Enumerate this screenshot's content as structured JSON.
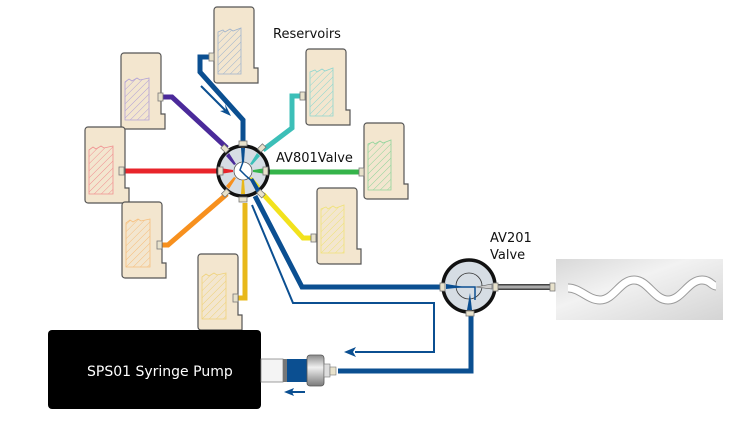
{
  "labels": {
    "reservoirs": "Reservoirs",
    "av801": "AV801Valve",
    "av201_line1": "AV201",
    "av201_line2": "Valve",
    "pump": "SPS01 Syringe Pump"
  },
  "colors": {
    "reservoir_fill": "#f3e6cf",
    "reservoir_stroke": "#555555",
    "tube_blue": "#0b4f91",
    "valve_face": "#d6dde4",
    "pump_body": "#000000",
    "coil_bg": "#e6e6e6"
  },
  "reservoirs": [
    {
      "name": "reservoir-blue",
      "color": "#0b4f91",
      "hatch": "#9fb3cc"
    },
    {
      "name": "reservoir-purple",
      "color": "#4b2a9a",
      "hatch": "#b2a2d6"
    },
    {
      "name": "reservoir-teal",
      "color": "#3cbfb8",
      "hatch": "#8fd6cf"
    },
    {
      "name": "reservoir-red",
      "color": "#e8242b",
      "hatch": "#f09090"
    },
    {
      "name": "reservoir-green",
      "color": "#35b44a",
      "hatch": "#90d49b"
    },
    {
      "name": "reservoir-orange",
      "color": "#f7901e",
      "hatch": "#f6bf7e"
    },
    {
      "name": "reservoir-yellow",
      "color": "#f2e21d",
      "hatch": "#efe27a"
    },
    {
      "name": "reservoir-gold",
      "color": "#e8b81a",
      "hatch": "#efd27a"
    }
  ]
}
